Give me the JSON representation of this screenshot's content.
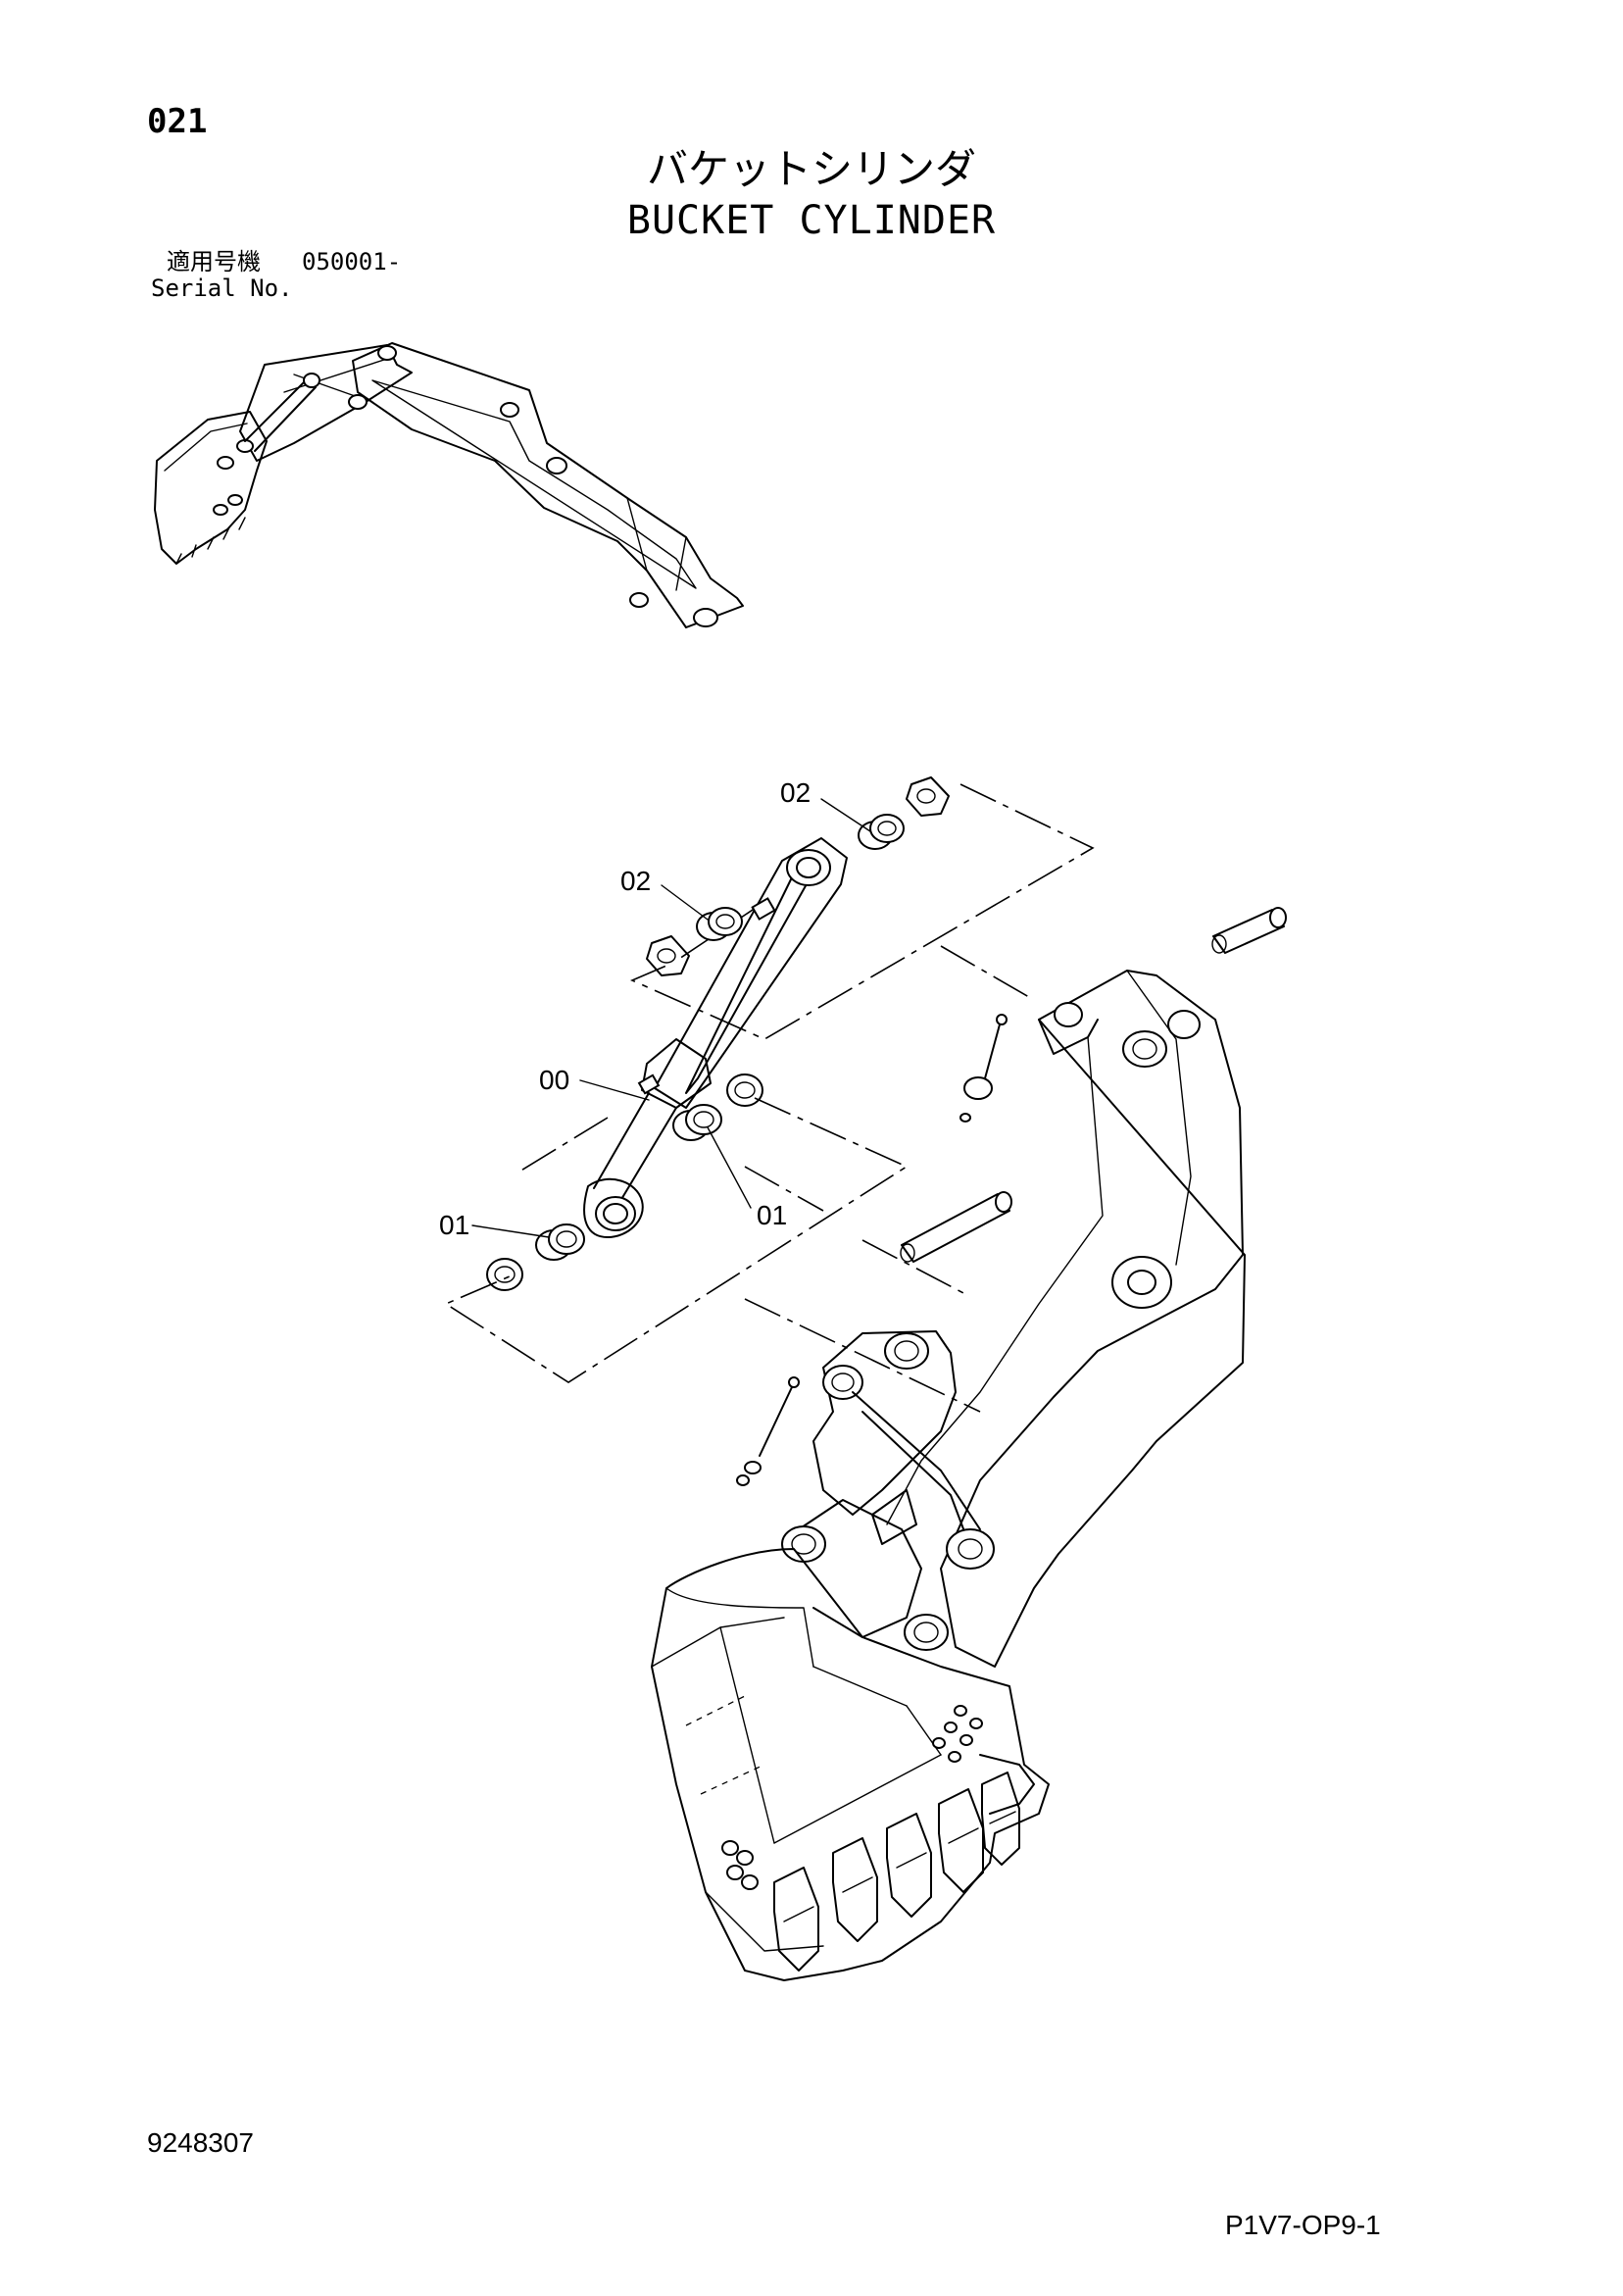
{
  "header": {
    "page_number": "021",
    "title_jp": "バケットシリンダ",
    "title_en": "BUCKET CYLINDER"
  },
  "serial": {
    "label_jp": "適用号機",
    "value": "050001-",
    "label_en": "Serial No."
  },
  "callouts": {
    "c00": "00",
    "c01_left": "01",
    "c01_right": "01",
    "c02_top": "02",
    "c02_left": "02"
  },
  "footer": {
    "drawing_number": "9248307",
    "page_code": "P1V7-OP9-1"
  }
}
